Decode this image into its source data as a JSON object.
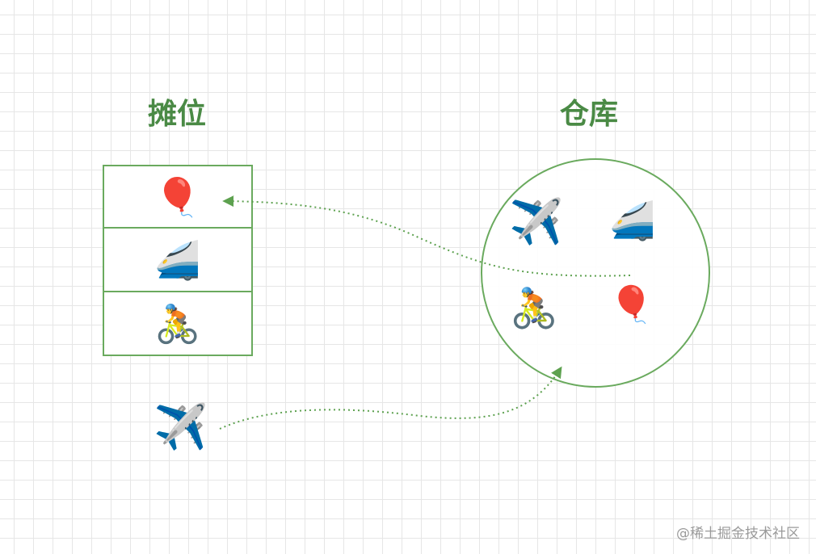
{
  "titles": {
    "stall": "摊位",
    "warehouse": "仓库"
  },
  "stall_slots": [
    {
      "item": "balloon",
      "glyph": "🎈"
    },
    {
      "item": "train",
      "glyph": "🚄"
    },
    {
      "item": "cyclist",
      "glyph": "🚴"
    }
  ],
  "warehouse_items": [
    {
      "item": "airplane",
      "glyph": "✈️"
    },
    {
      "item": "train",
      "glyph": "🚄"
    },
    {
      "item": "cyclist",
      "glyph": "🚴"
    },
    {
      "item": "balloon",
      "glyph": "🎈"
    }
  ],
  "pending_item": {
    "item": "airplane",
    "glyph": "✈️"
  },
  "colors": {
    "accent": "#4a8a45",
    "border": "#6aaa5e",
    "arrow": "#5da14f",
    "grid": "#e6e6e6"
  },
  "watermark": "@稀土掘金技术社区"
}
